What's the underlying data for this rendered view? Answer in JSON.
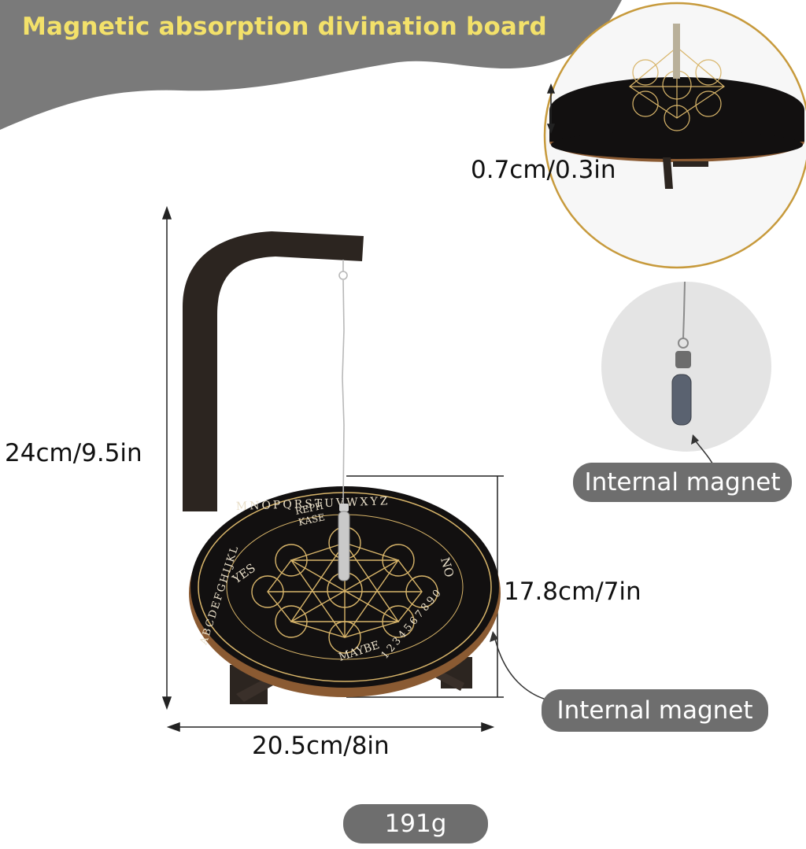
{
  "title": "Magnetic absorption divination board",
  "dimensions": {
    "height": "24cm/9.5in",
    "width": "20.5cm/8in",
    "board_height": "17.8cm/7in",
    "thickness": "0.7cm/0.3in"
  },
  "callouts": {
    "magnet_top": "Internal magnet",
    "magnet_bottom": "Internal magnet"
  },
  "weight": "191g",
  "board": {
    "yes": "YES",
    "no": "NO",
    "maybe": "MAYBE",
    "center_top_1": "REPH",
    "center_top_2": "KASE",
    "letters_upper": "MNOPQRSTUVWXYZ",
    "letters_left": "ABCDEFGHIJKL",
    "digits": "1234567890"
  },
  "colors": {
    "banner": "#7a7a7a",
    "title": "#f3e16a",
    "wood": "#2c2520",
    "board": "#121010",
    "gold": "#d8b56a",
    "ring": "#c79a3c",
    "pill": "#6e6e6e"
  }
}
